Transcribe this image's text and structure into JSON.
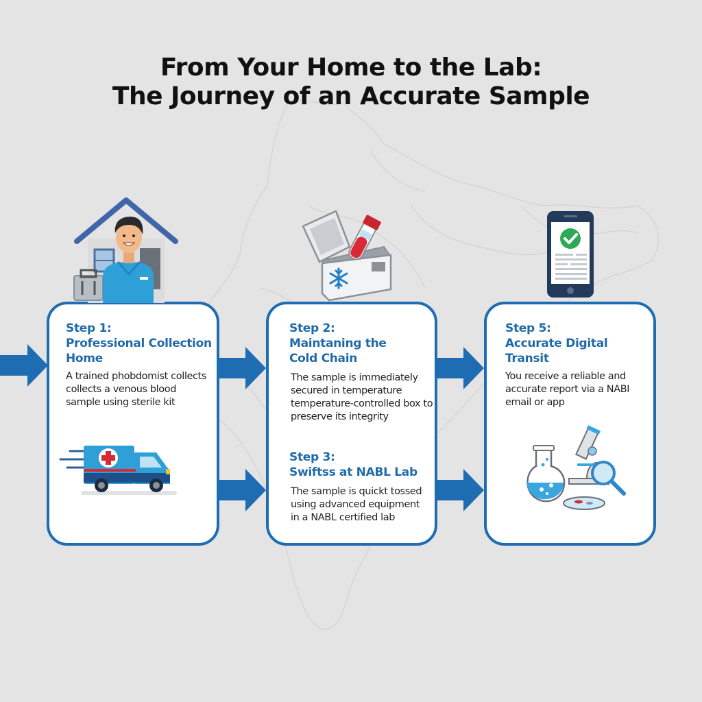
{
  "title": {
    "line1": "From Your Home to the Lab:",
    "line2": "The Journey of an Accurate Sample"
  },
  "colors": {
    "background": "#e4e4e4",
    "accent_blue": "#1e6db3",
    "heading_blue": "#1f6aa9",
    "body_text": "#222222",
    "card_bg": "#ffffff"
  },
  "cards": [
    {
      "illustration": "phlebotomist-at-home-icon",
      "steps": [
        {
          "label": "Step 1:",
          "title_line1": "Professional Collection",
          "title_line2": "Home",
          "body": [
            "A trained phobdomist collects",
            "collects a venous blood",
            "sample using sterile kit"
          ]
        }
      ],
      "bottom_illustration": "ambulance-van-icon"
    },
    {
      "illustration": "cold-box-with-blood-tube-icon",
      "steps": [
        {
          "label": "Step 2:",
          "title_line1": "Maintaning the",
          "title_line2": "Cold Chain",
          "body": [
            "The sample is immediately",
            "secured in temperature",
            "temperature-controlled box to",
            "preserve its integrity"
          ]
        },
        {
          "label": "Step 3:",
          "title_line1": "Swiftss at NABL Lab",
          "body": [
            "The sample is quickt tossed",
            "using advanced equipment",
            "in a NABL certified lab"
          ]
        }
      ]
    },
    {
      "illustration": "smartphone-report-check-icon",
      "steps": [
        {
          "label": "Step 5:",
          "title_line1": "Accurate Digital",
          "title_line2": "Transit",
          "body": [
            "You receive a reliable and",
            "accurate report via a NABI",
            "email or app"
          ]
        }
      ],
      "bottom_illustration": "lab-equipment-icon"
    }
  ],
  "arrows": [
    {
      "name": "arrow-entry",
      "direction": "right"
    },
    {
      "name": "arrow-card1-to-card2-top",
      "direction": "right"
    },
    {
      "name": "arrow-card1-to-card2-bottom",
      "direction": "right"
    },
    {
      "name": "arrow-card2-to-card3-top",
      "direction": "right"
    },
    {
      "name": "arrow-card2-to-card3-bottom",
      "direction": "right"
    }
  ]
}
